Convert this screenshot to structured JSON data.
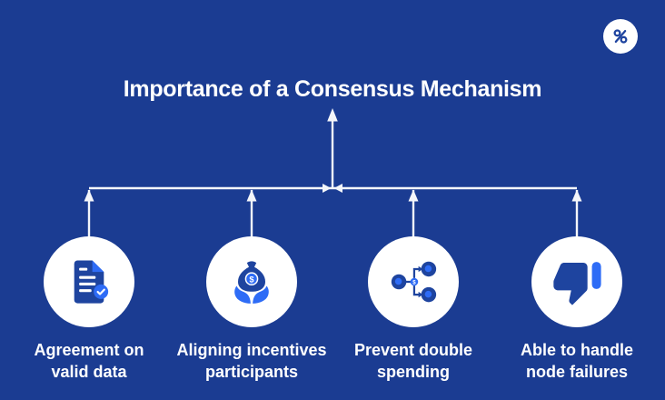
{
  "title": "Importance of a Consensus Mechanism",
  "logo": {
    "icon": "percent-slash-brand-mark"
  },
  "items": [
    {
      "icon": "document-check-icon",
      "label": "Agreement on\nvalid data"
    },
    {
      "icon": "hands-money-bag-icon",
      "label": "Aligning incentives\nparticipants",
      "coin_symbol": "$"
    },
    {
      "icon": "network-coins-icon",
      "label": "Prevent double\nspending",
      "node_symbol": "$"
    },
    {
      "icon": "thumbs-down-icon",
      "label": "Able to handle\nnode failures"
    }
  ],
  "colors": {
    "background": "#1b3c92",
    "icon_navy": "#1e449f",
    "accent_blue": "#2e6cf6",
    "text": "#ffffff",
    "line": "#f4f6fa"
  }
}
